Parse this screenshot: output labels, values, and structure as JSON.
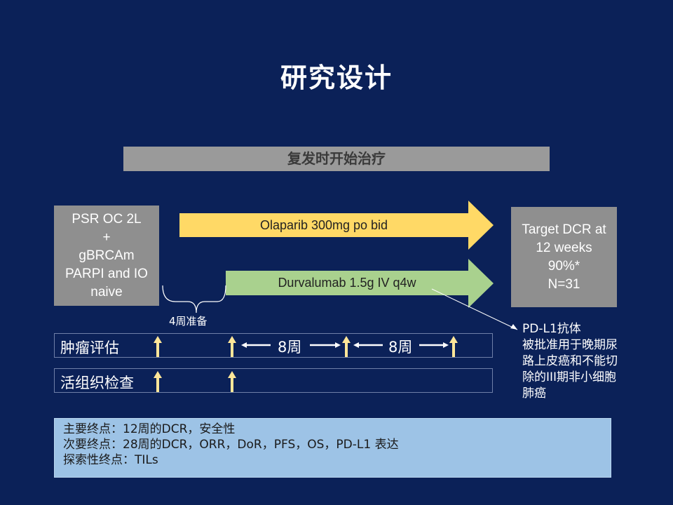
{
  "title": "研究设计",
  "banner": "复发时开始治疗",
  "left_box": [
    "PSR OC 2L",
    "+",
    "gBRCAm",
    "PARPI and IO",
    "naive"
  ],
  "arm1": "Olaparib 300mg po bid",
  "arm2": "Durvalumab 1.5g IV q4w",
  "right_box": [
    "Target DCR at",
    "12 weeks",
    "90%*",
    "N=31"
  ],
  "prep": "4周准备",
  "row_tumor": "肿瘤评估",
  "row_biopsy": "活组织检查",
  "weeks_1": "8周",
  "weeks_2": "8周",
  "annotation": [
    "PD-L1抗体",
    "被批准用于晚期尿",
    "路上皮癌和不能切",
    "除的III期非小细胞",
    "肺癌"
  ],
  "endpoints": [
    "主要终点：12周的DCR，安全性",
    "次要终点：28周的DCR，ORR，DoR，PFS，OS，PD-L1 表达",
    "探索性终点：TILs"
  ],
  "colors": {
    "background": "#0b2158",
    "arm1": "#ffd966",
    "arm2": "#a9d18e",
    "grey_box": "#8f8f8f",
    "endpoint_box": "#9dc3e6",
    "marker": "#ffe699"
  }
}
